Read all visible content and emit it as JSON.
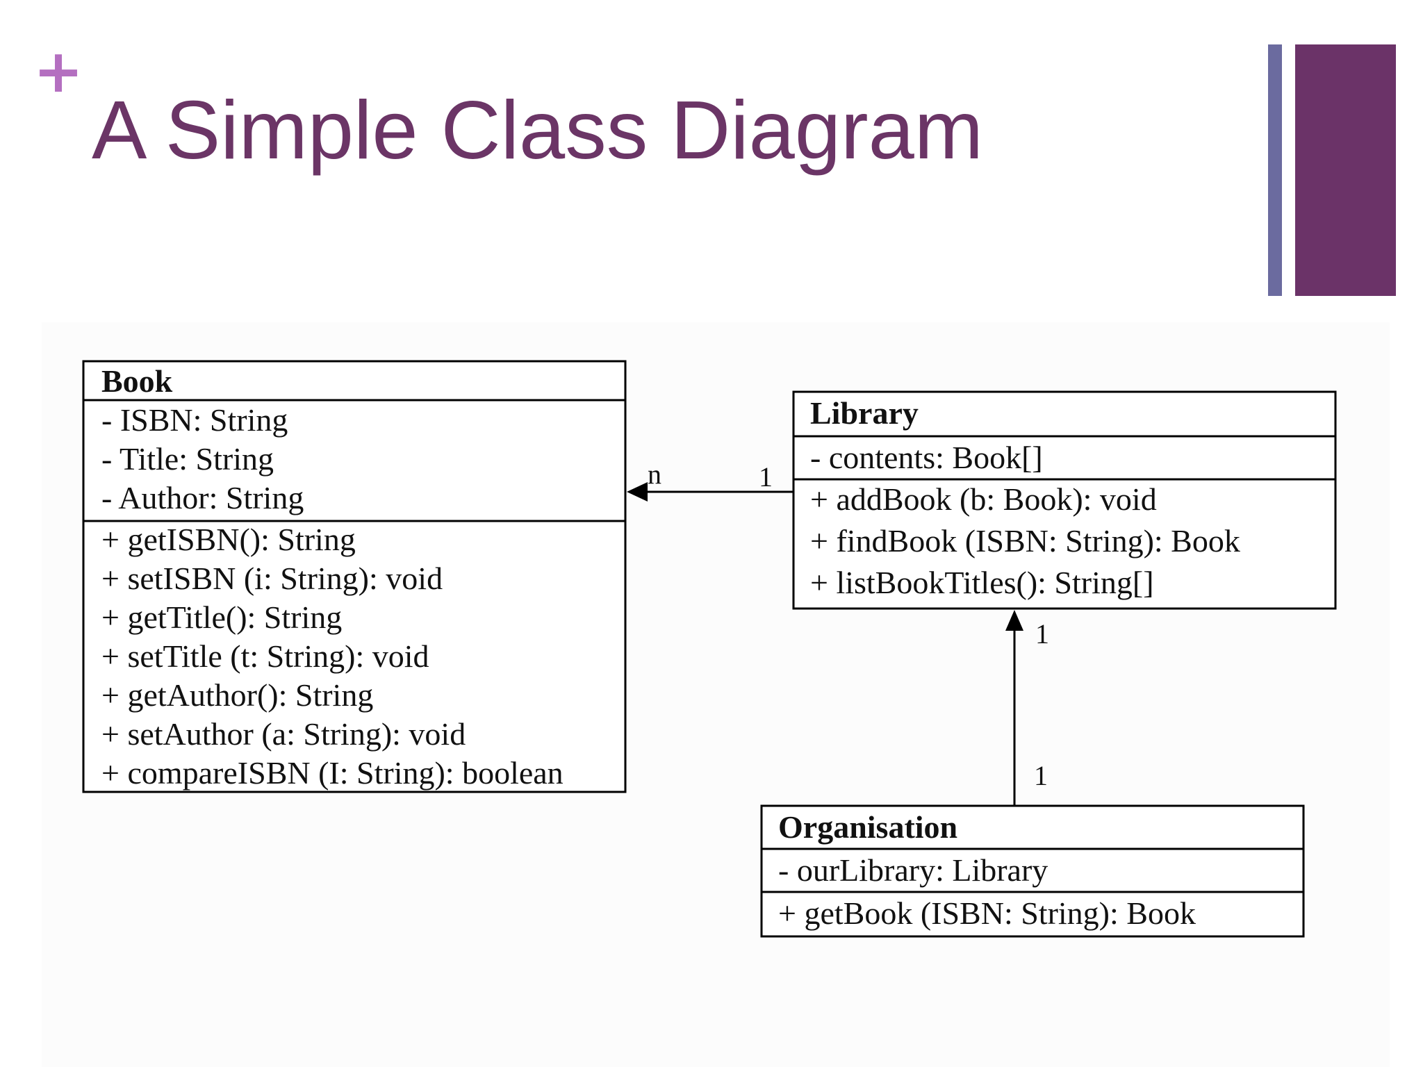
{
  "slide": {
    "bullet_glyph": "+",
    "title": "A Simple Class Diagram",
    "accent_colors": {
      "title": "#6b3566",
      "plus": "#b46fc0",
      "bar_thin": "#6b6b9f",
      "bar_thick": "#6b3368"
    }
  },
  "diagram": {
    "classes": {
      "book": {
        "name": "Book",
        "attributes": [
          "- ISBN: String",
          "- Title: String",
          "- Author: String"
        ],
        "operations": [
          "+ getISBN(): String",
          "+ setISBN (i: String): void",
          "+ getTitle(): String",
          "+ setTitle (t: String): void",
          "+ getAuthor(): String",
          "+ setAuthor (a: String): void",
          "+ compareISBN (I: String): boolean"
        ]
      },
      "library": {
        "name": "Library",
        "attributes": [
          "- contents: Book[]"
        ],
        "operations": [
          "+ addBook (b: Book): void",
          "+ findBook (ISBN: String): Book",
          "+ listBookTitles():  String[]"
        ]
      },
      "organisation": {
        "name": "Organisation",
        "attributes": [
          "- ourLibrary:  Library"
        ],
        "operations": [
          "+ getBook (ISBN: String): Book"
        ]
      }
    },
    "associations": {
      "library_book": {
        "near_book": "n",
        "near_library": "1"
      },
      "organisation_library": {
        "near_library": "1",
        "near_organisation": "1"
      }
    }
  }
}
